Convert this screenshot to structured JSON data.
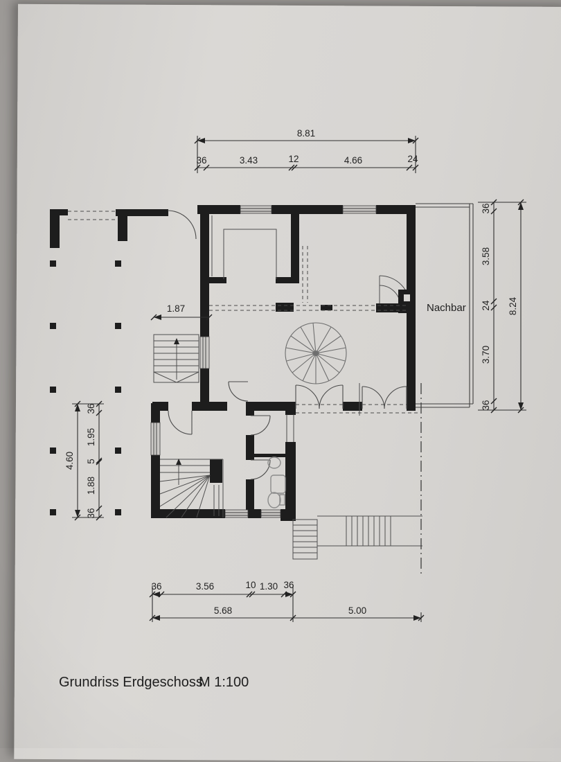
{
  "title": {
    "name": "Grundriss Erdgeschoss",
    "scale": "M 1:100"
  },
  "labels": {
    "neighbor": "Nachbar"
  },
  "dimensions": {
    "top": {
      "total": "8.81",
      "segments": [
        "36",
        "3.43",
        "12",
        "4.66",
        "24"
      ]
    },
    "right": {
      "total": "8.24",
      "segments": [
        "36",
        "3.58",
        "24",
        "3.70",
        "36"
      ]
    },
    "left": {
      "total": "4.60",
      "segments": [
        "36",
        "1.95",
        "5",
        "1.88",
        "36"
      ]
    },
    "bottom": {
      "row1_segments": [
        "36",
        "3.56",
        "10",
        "1.30",
        "36"
      ],
      "row2_segments": [
        "5.68",
        "5.00"
      ]
    },
    "interior": {
      "stair_width": "1.87"
    }
  },
  "colors": {
    "paper": "#d7d5d2",
    "ink": "#1d1d1d",
    "dim_line": "#2e2e2e"
  }
}
